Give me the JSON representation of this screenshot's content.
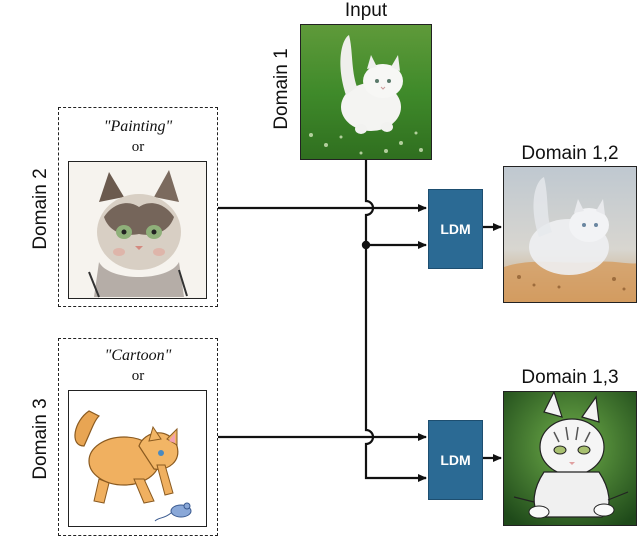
{
  "input": {
    "title": "Input",
    "domain_label": "Domain 1"
  },
  "domain2": {
    "domain_label": "Domain 2",
    "prompt": "\"Painting\"",
    "or_text": "or"
  },
  "domain3": {
    "domain_label": "Domain 3",
    "prompt": "\"Cartoon\"",
    "or_text": "or"
  },
  "ldm_top": {
    "label": "LDM"
  },
  "ldm_bottom": {
    "label": "LDM"
  },
  "output_top": {
    "title": "Domain 1,2"
  },
  "output_bottom": {
    "title": "Domain 1,3"
  },
  "colors": {
    "ldm_fill": "#2b6a94",
    "line": "#111111"
  }
}
